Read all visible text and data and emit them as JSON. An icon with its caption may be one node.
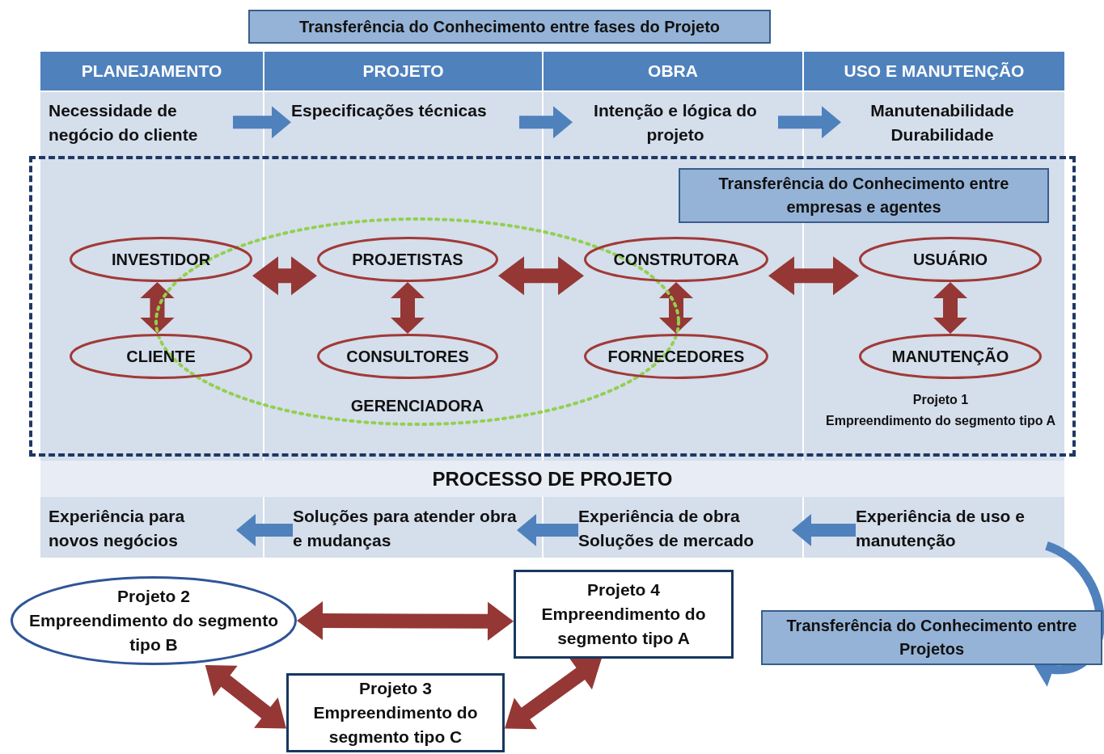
{
  "diagram": {
    "nodes": [
      {
        "text": [
          "Transferência do Conhecimento entre fases do Projeto"
        ]
      },
      {
        "text": [
          "PLANEJAMENTO"
        ]
      },
      {
        "text": [
          "PROJETO"
        ]
      },
      {
        "text": [
          "OBRA"
        ]
      },
      {
        "text": [
          "USO E MANUTENÇÃO"
        ]
      },
      {
        "text": [
          "Necessidade de negócio do cliente"
        ]
      },
      {
        "text": [
          "Especificações técnicas"
        ]
      },
      {
        "text": [
          "Intenção e lógica do projeto"
        ]
      },
      {
        "text": [
          "Manutenabilidade Durabilidade"
        ]
      },
      {
        "text": [],
        "shape": "box"
      },
      {
        "text": [
          "Transferência do Conhecimento entre empresas e agentes"
        ],
        "in": 9
      },
      {
        "text": [
          "GERENCIADORA"
        ],
        "in": 9
      },
      {
        "text": [
          "INVESTIDOR"
        ],
        "in": 9
      },
      {
        "text": [
          "CLIENTE"
        ],
        "in": 9
      },
      {
        "text": [
          "PROJETISTAS"
        ],
        "in": 11
      },
      {
        "text": [
          "CONSULTORES"
        ],
        "in": 11
      },
      {
        "text": [
          "CONSTRUTORA"
        ],
        "in": 9
      },
      {
        "text": [
          "FORNECEDORES"
        ],
        "in": 9
      },
      {
        "text": [
          "USUÁRIO"
        ],
        "in": 9
      },
      {
        "text": [
          "MANUTENÇÃO"
        ],
        "in": 9
      },
      {
        "text": [
          "PROCESSO DE PROJETO"
        ]
      },
      {
        "text": [
          "Experiência para novos negócios"
        ]
      },
      {
        "text": [
          "Soluções para atender obra e mudanças"
        ]
      },
      {
        "text": [
          "Experiência de obra Soluções de mercado"
        ]
      },
      {
        "text": [
          "Experiência de uso e manutenção"
        ]
      },
      {
        "text": [
          "Transferência do Conhecimento entre Projetos"
        ]
      },
      {
        "text": [
          "Projeto 2",
          "Empreendimento do segmento tipo B"
        ]
      },
      {
        "text": [
          "Projeto 4",
          "Empreendimento do segmento tipo A"
        ]
      },
      {
        "text": [
          "Projeto 3",
          "Empreendimento do segmento tipo C"
        ]
      }
    ],
    "edges": [
      {
        "from": 5,
        "to": 6,
        "arrow": "to",
        "color": "#4f81bd"
      },
      {
        "from": 6,
        "to": 7,
        "arrow": "to",
        "color": "#4f81bd"
      },
      {
        "from": 7,
        "to": 8,
        "arrow": "to",
        "color": "#4f81bd"
      },
      {
        "from": 12,
        "to": 13,
        "arrow": "both"
      },
      {
        "from": 12,
        "to": 14,
        "arrow": "both"
      },
      {
        "from": 14,
        "to": 15,
        "arrow": "both"
      },
      {
        "from": 14,
        "to": 16,
        "arrow": "both"
      },
      {
        "from": 16,
        "to": 17,
        "arrow": "both"
      },
      {
        "from": 16,
        "to": 18,
        "arrow": "both"
      },
      {
        "from": 18,
        "to": 19,
        "arrow": "both"
      },
      {
        "from": 24,
        "to": 23,
        "arrow": "to",
        "color": "#4f81bd"
      },
      {
        "from": 23,
        "to": 22,
        "arrow": "to",
        "color": "#4f81bd"
      },
      {
        "from": 22,
        "to": 21,
        "arrow": "to",
        "color": "#4f81bd"
      },
      {
        "from": 24,
        "to": 25,
        "arrow": "to",
        "color": "#4f81bd"
      },
      {
        "from": 26,
        "to": 27,
        "arrow": "both"
      },
      {
        "from": 26,
        "to": 28,
        "arrow": "both"
      },
      {
        "from": 28,
        "to": 27,
        "arrow": "both"
      }
    ],
    "labels": [
      "Projeto 1",
      "Empreendimento do segmento tipo A"
    ]
  }
}
